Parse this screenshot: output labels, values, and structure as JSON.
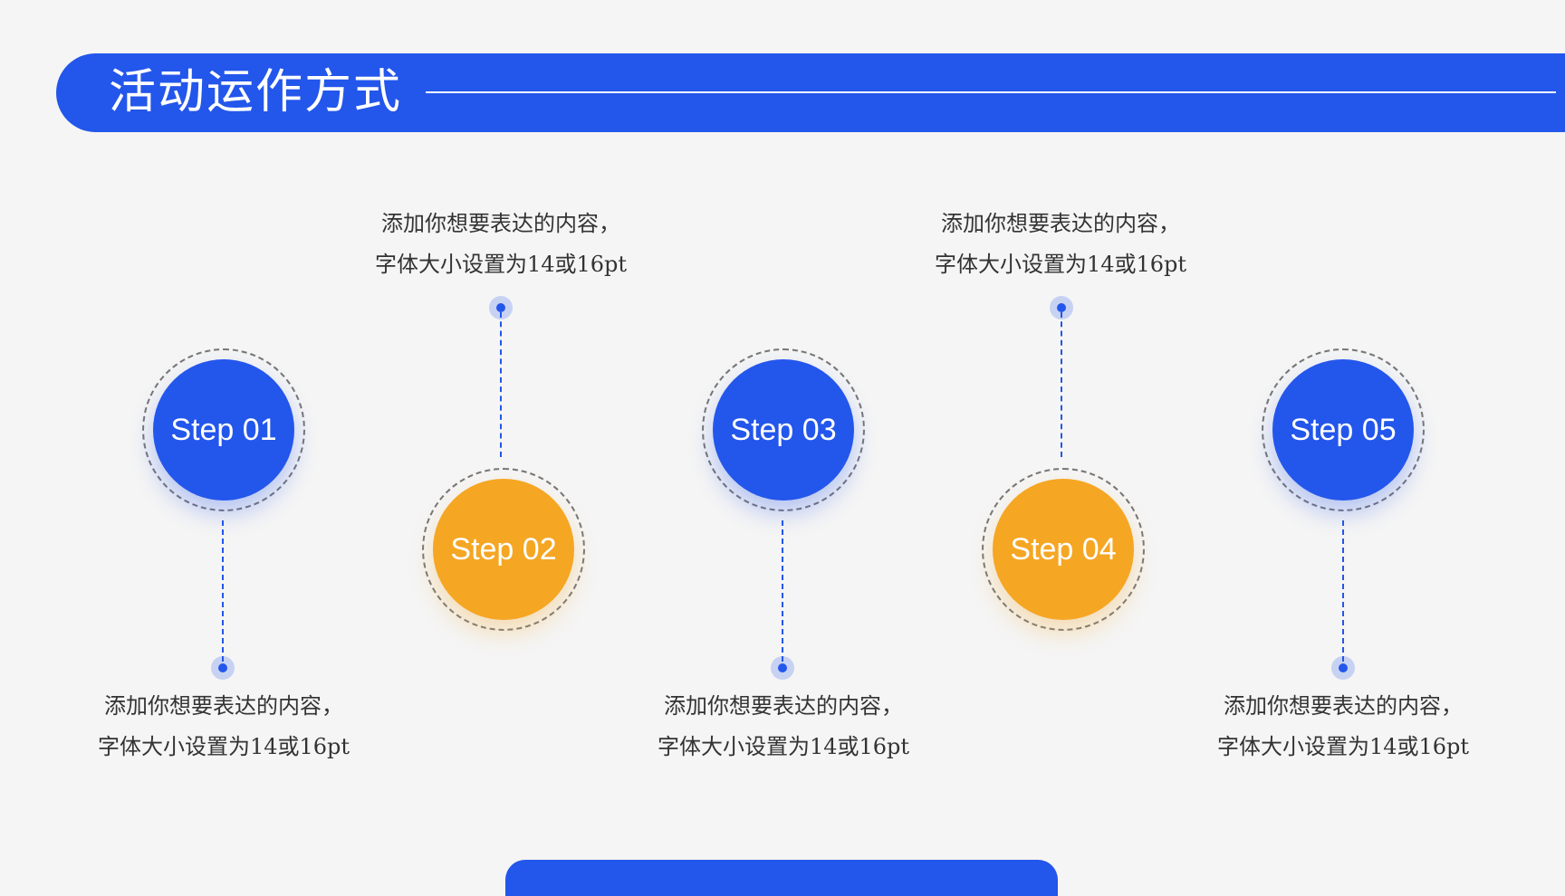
{
  "title": "活动运作方式",
  "colors": {
    "blue": "#2356eb",
    "orange": "#f5a623"
  },
  "steps": [
    {
      "label": "Step 01",
      "color": "blue",
      "text_line1": "添加你想要表达的内容，",
      "text_line2": "字体大小设置为14或16pt"
    },
    {
      "label": "Step 02",
      "color": "orange",
      "text_line1": "添加你想要表达的内容，",
      "text_line2": "字体大小设置为14或16pt"
    },
    {
      "label": "Step 03",
      "color": "blue",
      "text_line1": "添加你想要表达的内容，",
      "text_line2": "字体大小设置为14或16pt"
    },
    {
      "label": "Step 04",
      "color": "orange",
      "text_line1": "添加你想要表达的内容，",
      "text_line2": "字体大小设置为14或16pt"
    },
    {
      "label": "Step 05",
      "color": "blue",
      "text_line1": "添加你想要表达的内容，",
      "text_line2": "字体大小设置为14或16pt"
    }
  ]
}
